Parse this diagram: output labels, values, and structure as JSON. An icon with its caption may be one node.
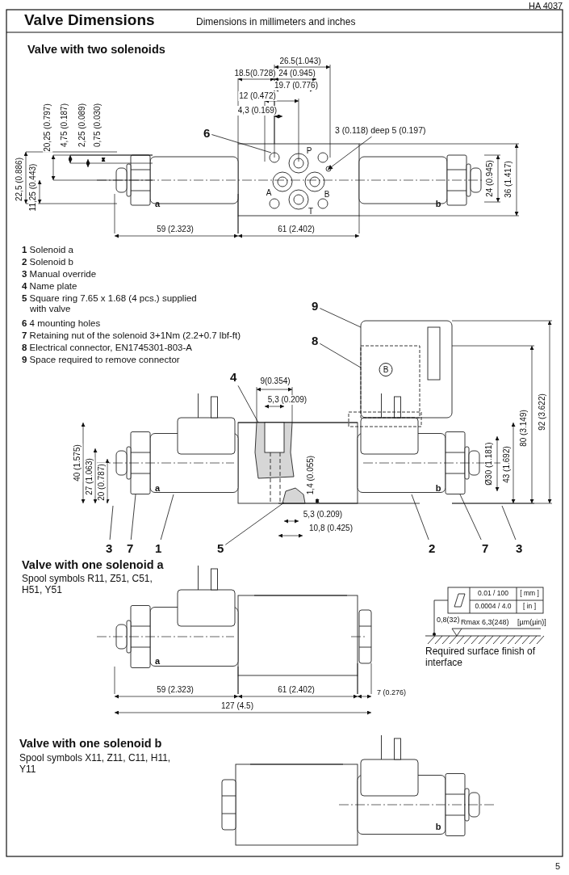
{
  "diagram": {
    "title": "Valve Dimensions",
    "nodes": [
      {
        "text": [
          "6"
        ]
      },
      {
        "text": [
          "3 (0.118) deep 5 (0.197)"
        ]
      },
      {
        "text": [
          "9"
        ]
      },
      {
        "text": [
          "8"
        ]
      },
      {
        "text": [
          "4"
        ]
      },
      {
        "text": [
          "3"
        ]
      },
      {
        "text": [
          "7"
        ]
      },
      {
        "text": [
          "1"
        ]
      },
      {
        "text": [
          "5"
        ]
      },
      {
        "text": [
          "2"
        ]
      },
      {
        "text": [
          "7"
        ]
      },
      {
        "text": [
          "3"
        ]
      },
      {
        "text": [],
        "shape": "picture"
      }
    ],
    "edges": [
      {
        "from": 0,
        "to": null,
        "arrow": "none"
      },
      {
        "from": 1,
        "to": null,
        "arrow": "to"
      },
      {
        "from": 2,
        "to": null,
        "arrow": "none"
      },
      {
        "from": 3,
        "to": null,
        "arrow": "none"
      },
      {
        "from": 4,
        "to": 12,
        "arrow": "none"
      },
      {
        "from": 5,
        "to": 12,
        "arrow": "none"
      },
      {
        "from": 6,
        "to": 12,
        "arrow": "none"
      },
      {
        "from": 7,
        "to": 12,
        "arrow": "none"
      },
      {
        "from": 8,
        "to": 12,
        "arrow": "none"
      },
      {
        "from": 9,
        "to": 12,
        "arrow": "none"
      },
      {
        "from": 10,
        "to": 12,
        "arrow": "none"
      },
      {
        "from": 11,
        "to": 12,
        "arrow": "none"
      }
    ],
    "labels": [
      "HA 4037",
      "Dimensions in millimeters and inches",
      "Valve with two solenoids",
      "26.5(1.043)",
      "18.5(0.728)",
      "24 (0.945)",
      "19.7 (0.776)",
      "12 (0.472)",
      "4,3 (0.169)",
      "20,25 (0.797)",
      "4,75 (0.187)",
      "2,25 (0.089)",
      "0,75 (0.030)",
      "P",
      "22,5 (0.886)",
      "11,25 (0.443)",
      "A",
      "B",
      "24 (0.945)",
      "36 (1.417)",
      "a",
      "T",
      "b",
      "59 (2.323)",
      "61 (2.402)",
      "**1** Solenoid a",
      "**2** Solenoid b",
      "**3** Manual override",
      "**4** Name plate",
      "**5** Square ring 7.65 x 1.68 (4 pcs.) supplied with valve",
      "**6** 4 mounting holes",
      "**7** Retaining nut of the solenoid 3+1Nm (2.2+0.7 lbf-ft)",
      "**8** Electrical connector, EN1745301-803-A",
      "**9** Space required to remove connector",
      "B",
      "9(0.354)",
      "5,3 (0.209)",
      "80 (3.149)",
      "92 (3.622)",
      "40 (1.575)",
      "27 (1.063)",
      "20 (0.787)",
      "1,4 (0.055)",
      "Ø30 (1.181)",
      "43 (1.692)",
      "a",
      "b",
      "5,3 (0.209)",
      "10,8 (0.425)",
      "Valve with one solenoid a",
      "Spool symbols R11, Z51, C51, H51, Y51",
      "0.01 / 100",
      "[ mm ]",
      "0.0004 / 4.0",
      "[ in ]",
      "0,8(32)",
      "Rmax 6,3(248)",
      "[µm(µin)]",
      "a",
      "Required surface finish of interface",
      "59 (2.323)",
      "61 (2.402)",
      "7 (0.276)",
      "127 (4.5)",
      "Valve with one solenoid b",
      "Spool symbols X11, Z11, C11, H11, Y11",
      "b",
      "5"
    ]
  }
}
